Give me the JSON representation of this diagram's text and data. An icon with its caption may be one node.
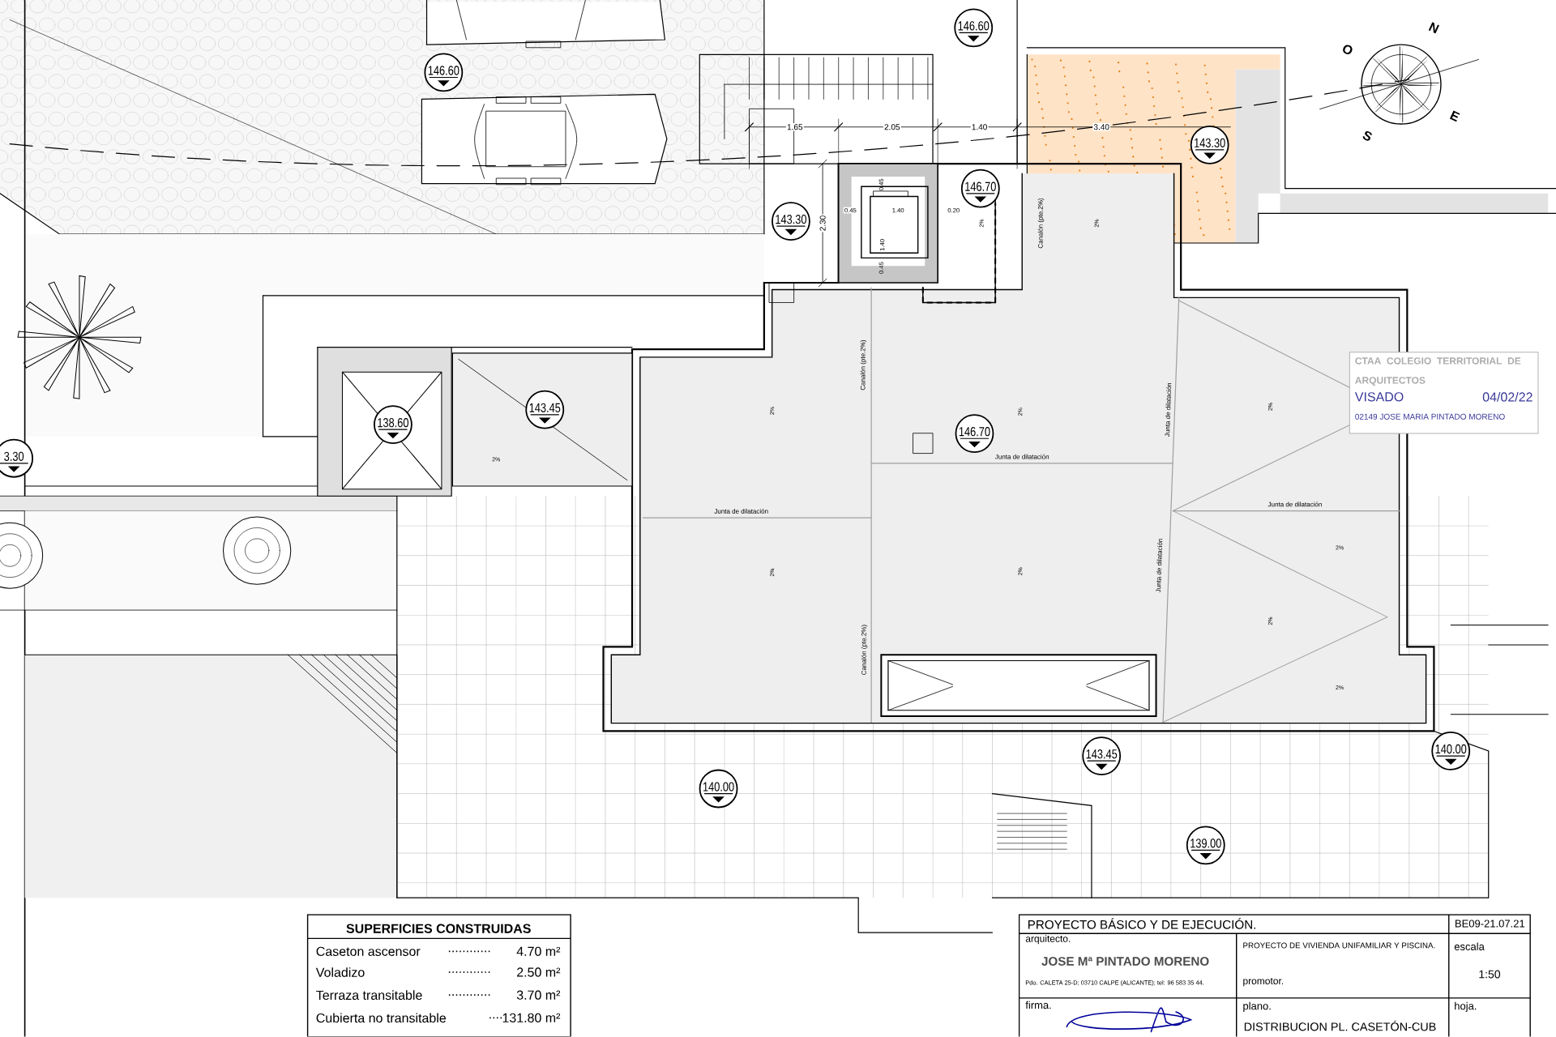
{
  "diagram": {
    "nodes": [
      {
        "text": [
          "146.60"
        ]
      },
      {
        "text": [
          "146.60"
        ]
      },
      {
        "text": [
          "143.30"
        ]
      },
      {
        "text": [
          "146.70"
        ]
      },
      {
        "text": [
          "143.30"
        ]
      },
      {
        "text": [
          "143.45"
        ]
      },
      {
        "text": [
          "138.60"
        ]
      },
      {
        "text": [
          "146.70"
        ]
      },
      {
        "text": [
          "3.30"
        ]
      },
      {
        "text": [
          "143.45"
        ]
      },
      {
        "text": [
          "140.00"
        ]
      },
      {
        "text": [
          "140.00"
        ]
      },
      {
        "text": [
          "139.00"
        ]
      }
    ],
    "labels": [
      "N",
      "O",
      "1.65",
      "2.05",
      "1.40",
      "3.40",
      "E",
      "S",
      "0.45",
      "0.45",
      "1.40",
      "0.20",
      "2.30",
      "1.40",
      "0.45",
      "2%",
      "Canalón (pte.2%)",
      "2%",
      "CTAA COLEGIO TERRITORIAL DE ARQUITECTOS",
      "VISADO",
      "04/02/22",
      "02149 JOSE MARIA PINTADO MORENO",
      "Canalón (pte.2%)",
      "2%",
      "2%",
      "Junta de dilatación",
      "2%",
      "2%",
      "Junta de dilatación",
      "Junta de dilatación",
      "Junta de dilatación",
      "2%",
      "Junta de dilatación",
      "2%",
      "2%",
      "2%",
      "Canalón (pte.2%)",
      "2%",
      "SUPERFICIES CONSTRUIDAS",
      "Caseton ascensor",
      "............",
      "4.70 m²",
      "Voladizo",
      "............",
      "2.50 m²",
      "Terraza transitable",
      "............",
      "3.70 m²",
      "Cubierta no transitable",
      "....",
      "131.80 m²",
      "PROYECTO BÁSICO Y DE EJECUCIÓN.",
      "BE09-21.07.21",
      "arquitecto.",
      "JOSE Mª PINTADO MORENO",
      "PROYECTO DE VIVIENDA UNIFAMILIAR Y PISCINA.",
      "escala",
      "Pdo. CALETA 25-D; 03710 CALPE (ALICANTE); tel: 96 583 35 44.",
      "promotor.",
      "1:50",
      "firma.",
      "plano.",
      "hoja.",
      "DISTRIBUCION PL. CASETÓN-CUB"
    ]
  }
}
